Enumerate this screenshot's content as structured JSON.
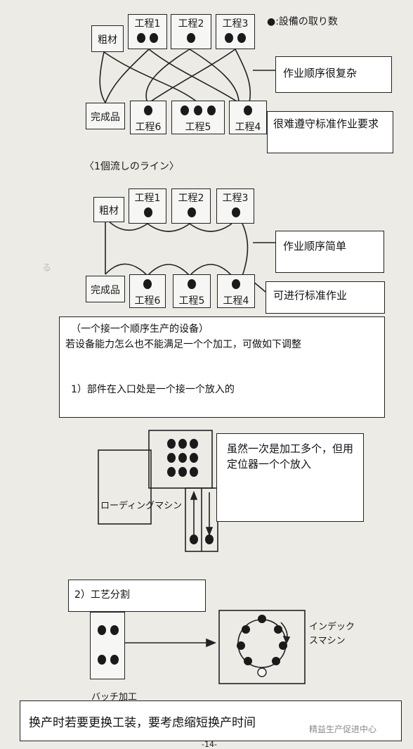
{
  "diagram1": {
    "legend": "●:設備の取り数",
    "raw": "粗材",
    "p1": "工程1",
    "p2": "工程2",
    "p3": "工程3",
    "done": "完成品",
    "p6": "工程6",
    "p5": "工程5",
    "p4": "工程4",
    "caption": "〈1個流しのライン〉",
    "note1": "作业顺序很复杂",
    "note2": "很难遵守标准作业要求"
  },
  "diagram2": {
    "raw": "粗材",
    "p1": "工程1",
    "p2": "工程2",
    "p3": "工程3",
    "done": "完成品",
    "p6": "工程6",
    "p5": "工程5",
    "p4": "工程4",
    "note1": "作业顺序简单",
    "note2": "可进行标准作业"
  },
  "explain": {
    "line1": "（一个接一个顺序生产的设备）",
    "line2": "若设备能力怎么也不能满足一个个加工，可做如下调整",
    "line3": "1）部件在入口处是一个接一个放入的"
  },
  "loading": {
    "label": "ローディングマシン",
    "note": "虽然一次是加工多个，但用定位器一个个放入"
  },
  "split": {
    "title": "2）工艺分割",
    "batch": "バッチ加工",
    "index": "インデックスマシン"
  },
  "bottom": {
    "text": "换产时若要更换工装，要考虑缩短换产时间",
    "page": "-14-",
    "watermark": "精益生产促进中心"
  }
}
